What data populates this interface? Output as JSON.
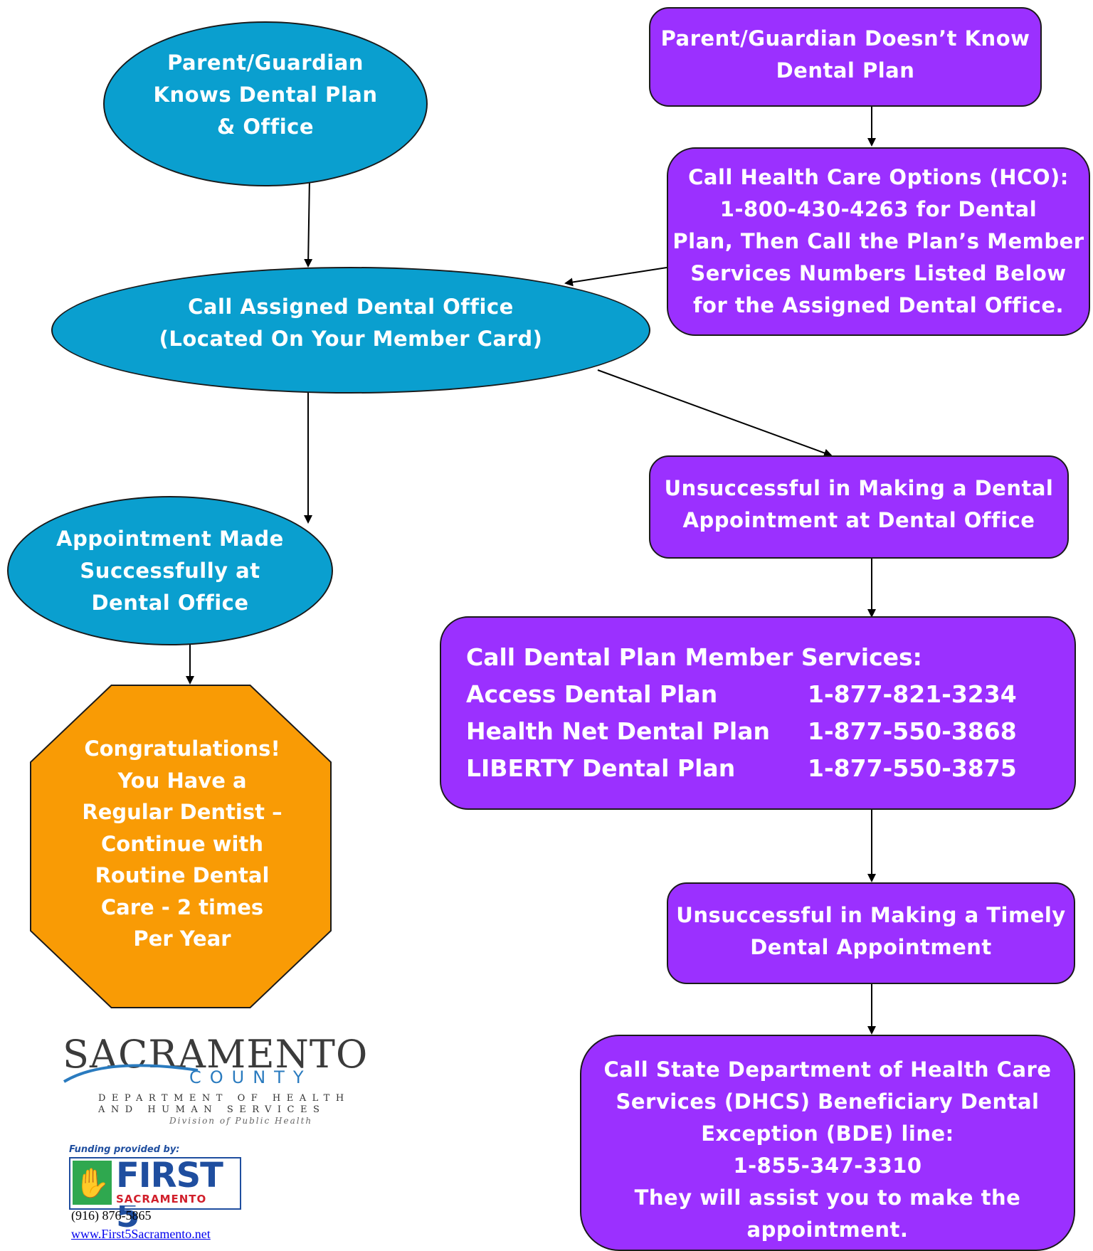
{
  "nodes": {
    "knows_plan": "Parent/Guardian\nKnows Dental Plan\n& Office",
    "doesnt_know": "Parent/Guardian Doesn’t Know\nDental Plan",
    "call_hco": "Call Health Care Options (HCO):\n1-800-430-4263 for Dental\nPlan, Then Call the Plan’s Member\nServices Numbers Listed Below\nfor the Assigned Dental Office.",
    "call_office": "Call Assigned Dental Office\n(Located On Your Member Card)",
    "unsuccessful_office": "Unsuccessful in Making a Dental\nAppointment at Dental Office",
    "appointment_made": "Appointment Made\nSuccessfully at\nDental Office",
    "congratulations": "Congratulations!\nYou Have a\nRegular Dentist –\nContinue with\nRoutine Dental\nCare - 2 times\nPer Year",
    "unsuccessful_timely": "Unsuccessful in Making a Timely\nDental Appointment",
    "call_dhcs": "Call State Department of Health Care\nServices (DHCS) Beneficiary Dental\nException (BDE) line:\n1-855-347-3310\nThey will assist you to make the\nappointment."
  },
  "member_services": {
    "title": "Call Dental Plan Member Services:",
    "plans": [
      {
        "name": "Access Dental Plan",
        "phone": "1-877-821-3234"
      },
      {
        "name": "Health Net Dental Plan",
        "phone": "1-877-550-3868"
      },
      {
        "name": "LIBERTY Dental Plan",
        "phone": "1-877-550-3875"
      }
    ]
  },
  "footer": {
    "sacramento_word": "SACRAMENTO",
    "county_word": "COUNTY",
    "dept_line1": "DEPARTMENT OF HEALTH",
    "dept_line2": "AND HUMAN SERVICES",
    "division": "Division of Public Health",
    "funding": "Funding provided by:",
    "first5_word": "FIRST 5",
    "first5_sub": "SACRAMENTO",
    "phone": "(916) 876-5865",
    "url": "www.First5Sacramento.net"
  },
  "colors": {
    "ellipse": "#0a9fcf",
    "purple": "#9b30ff",
    "octagon": "#f99b05"
  }
}
